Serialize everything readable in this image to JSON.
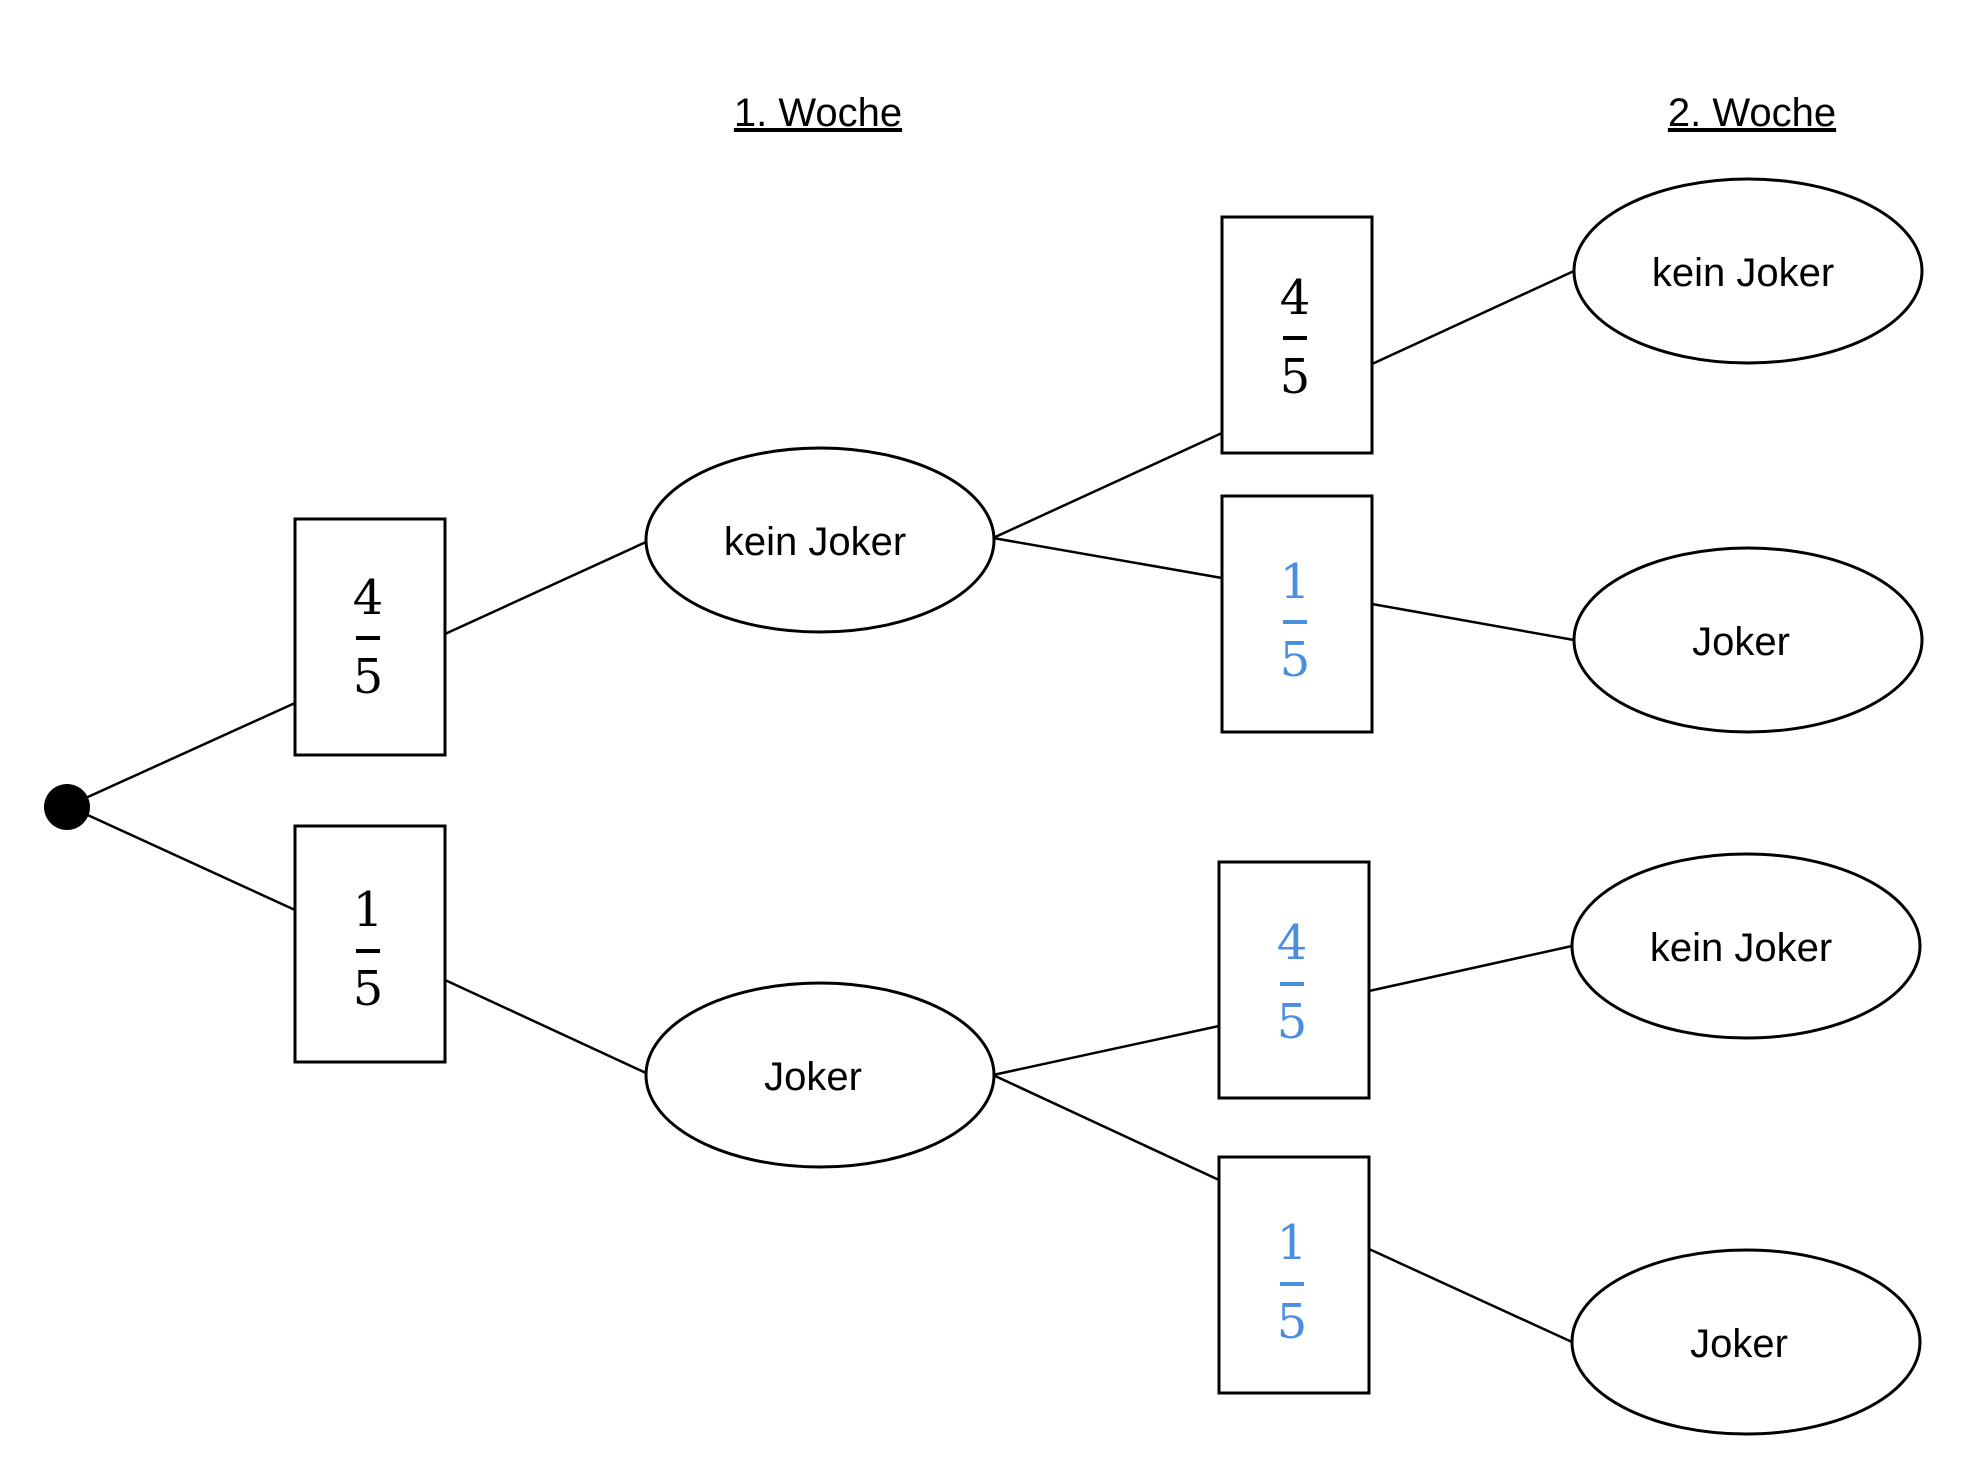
{
  "headers": {
    "week1": "1. Woche",
    "week2": "2. Woche"
  },
  "colors": {
    "black": "#000000",
    "blue": "#4a8ee0"
  },
  "level1": {
    "upper_prob": {
      "num": "4",
      "den": "5",
      "color": "black"
    },
    "lower_prob": {
      "num": "1",
      "den": "5",
      "color": "black"
    },
    "upper_outcome": "kein Joker",
    "lower_outcome": "Joker"
  },
  "level2": {
    "branch_a": {
      "upper_prob": {
        "num": "4",
        "den": "5",
        "color": "black"
      },
      "lower_prob": {
        "num": "1",
        "den": "5",
        "color": "blue"
      },
      "upper_outcome": "kein Joker",
      "lower_outcome": "Joker"
    },
    "branch_b": {
      "upper_prob": {
        "num": "4",
        "den": "5",
        "color": "blue"
      },
      "lower_prob": {
        "num": "1",
        "den": "5",
        "color": "blue"
      },
      "upper_outcome": "kein Joker",
      "lower_outcome": "Joker"
    }
  }
}
